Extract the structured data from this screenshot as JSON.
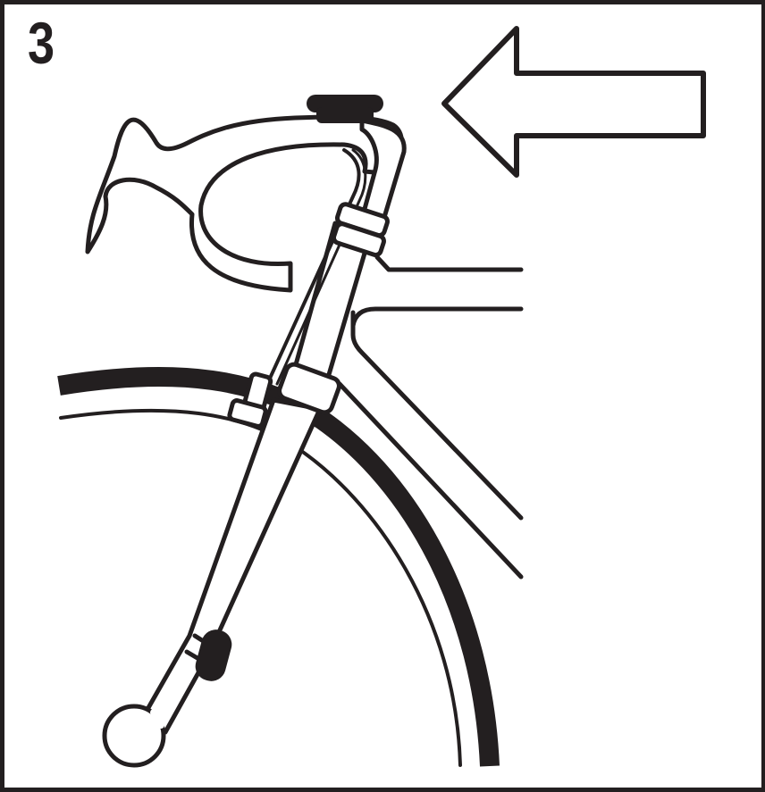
{
  "diagram": {
    "step_number": "3",
    "subject": "bicycle front end: drop handlebar with brake lever, stem, head tube, fork, front wheel and brake",
    "callout": {
      "type": "arrow",
      "direction": "left",
      "points_to": "top of stem / headset cap"
    },
    "colors": {
      "ink": "#231f20",
      "background": "#ffffff"
    }
  }
}
